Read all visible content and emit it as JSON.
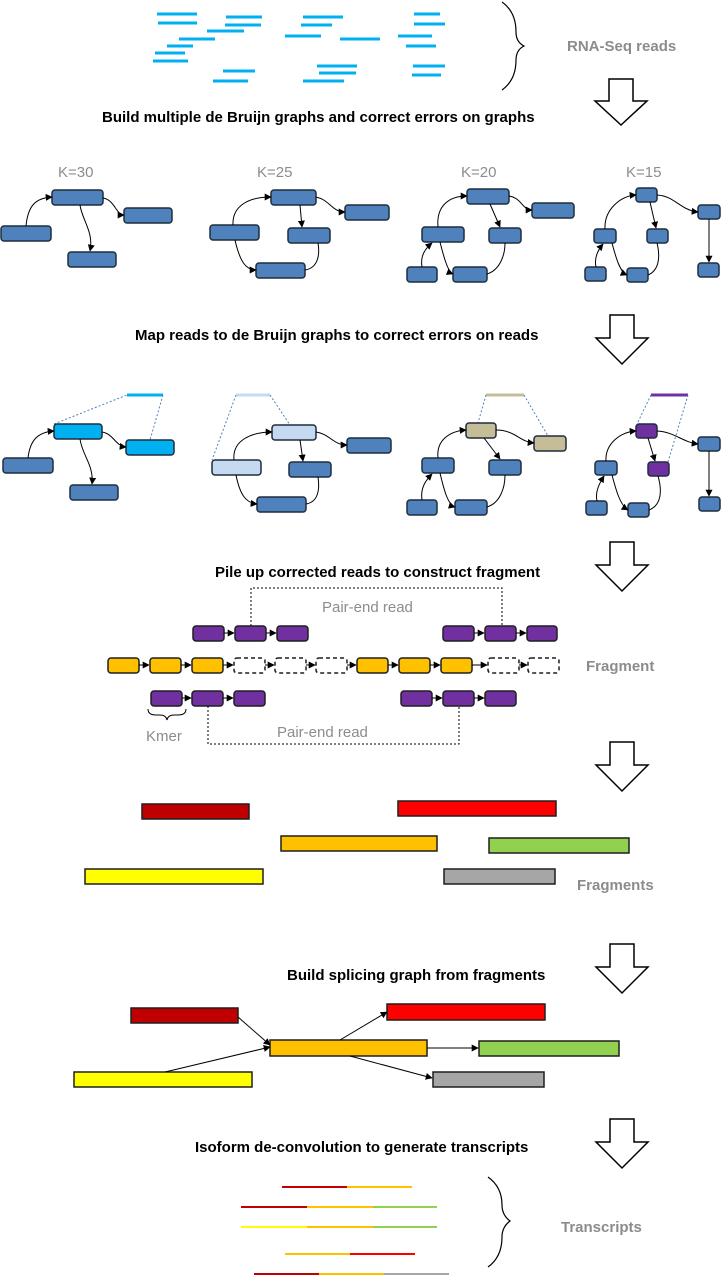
{
  "labels": {
    "rnaseq_reads": "RNA-Seq reads",
    "step1": "Build multiple de Bruijn graphs and correct errors on graphs",
    "step2": "Map reads to de Bruijn graphs to correct errors on reads",
    "step3": "Pile up corrected reads to construct fragment",
    "step4": "Build splicing graph from fragments",
    "step5": "Isoform de-convolution to generate transcripts",
    "k30": "K=30",
    "k25": "K=25",
    "k20": "K=20",
    "k15": "K=15",
    "pair_end_top": "Pair-end  read",
    "pair_end_bottom": "Pair-end  read",
    "fragment": "Fragment",
    "kmer": "Kmer",
    "fragments": "Fragments",
    "transcripts": "Transcripts"
  },
  "colors": {
    "node_blue": "#4f81bd",
    "node_border": "#1f2d3d",
    "read_cyan": "#00b0f0",
    "light_blue": "#c5d9f1",
    "khaki": "#c4bd97",
    "purple": "#7030a0",
    "orange": "#ffc000",
    "dark_red": "#c00000",
    "red": "#ff0000",
    "green": "#92d050",
    "yellow": "#ffff00",
    "grey": "#a6a6a6",
    "label_grey": "#8c8c8c"
  }
}
